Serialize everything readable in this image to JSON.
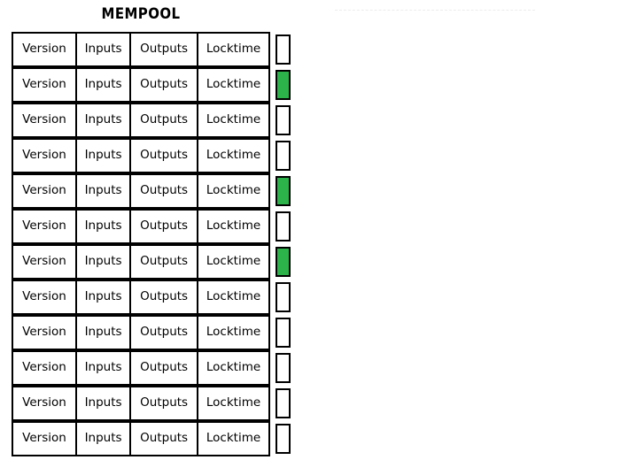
{
  "title": {
    "text": "MEMPOOL"
  },
  "transaction_fields": {
    "version_label": "Version",
    "inputs_label": "Inputs",
    "outputs_label": "Outputs",
    "locktime_label": "Locktime"
  },
  "colors": {
    "confirmed_green": "#2cb34a",
    "border": "#000000",
    "background": "#ffffff",
    "faint_rule": "#ececec"
  },
  "transactions": [
    {
      "version": "Version",
      "inputs": "Inputs",
      "outputs": "Outputs",
      "locktime": "Locktime",
      "selected": false
    },
    {
      "version": "Version",
      "inputs": "Inputs",
      "outputs": "Outputs",
      "locktime": "Locktime",
      "selected": true
    },
    {
      "version": "Version",
      "inputs": "Inputs",
      "outputs": "Outputs",
      "locktime": "Locktime",
      "selected": false
    },
    {
      "version": "Version",
      "inputs": "Inputs",
      "outputs": "Outputs",
      "locktime": "Locktime",
      "selected": false
    },
    {
      "version": "Version",
      "inputs": "Inputs",
      "outputs": "Outputs",
      "locktime": "Locktime",
      "selected": true
    },
    {
      "version": "Version",
      "inputs": "Inputs",
      "outputs": "Outputs",
      "locktime": "Locktime",
      "selected": false
    },
    {
      "version": "Version",
      "inputs": "Inputs",
      "outputs": "Outputs",
      "locktime": "Locktime",
      "selected": true
    },
    {
      "version": "Version",
      "inputs": "Inputs",
      "outputs": "Outputs",
      "locktime": "Locktime",
      "selected": false
    },
    {
      "version": "Version",
      "inputs": "Inputs",
      "outputs": "Outputs",
      "locktime": "Locktime",
      "selected": false
    },
    {
      "version": "Version",
      "inputs": "Inputs",
      "outputs": "Outputs",
      "locktime": "Locktime",
      "selected": false
    },
    {
      "version": "Version",
      "inputs": "Inputs",
      "outputs": "Outputs",
      "locktime": "Locktime",
      "selected": false
    },
    {
      "version": "Version",
      "inputs": "Inputs",
      "outputs": "Outputs",
      "locktime": "Locktime",
      "selected": false
    }
  ]
}
